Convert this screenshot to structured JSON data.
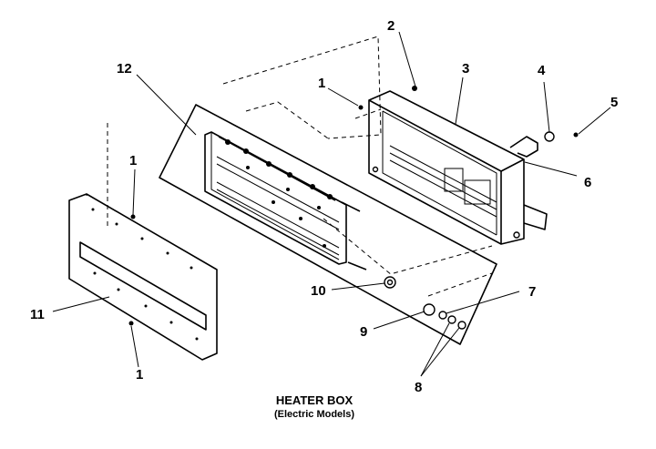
{
  "figure": {
    "title": "HEATER BOX",
    "subtitle": "(Electric Models)"
  },
  "callouts": {
    "c1_top": "1",
    "c1_mid": "1",
    "c1_bottom": "1",
    "c2": "2",
    "c3": "3",
    "c4": "4",
    "c5": "5",
    "c6": "6",
    "c7": "7",
    "c8": "8",
    "c9": "9",
    "c10": "10",
    "c11": "11",
    "c12": "12"
  }
}
